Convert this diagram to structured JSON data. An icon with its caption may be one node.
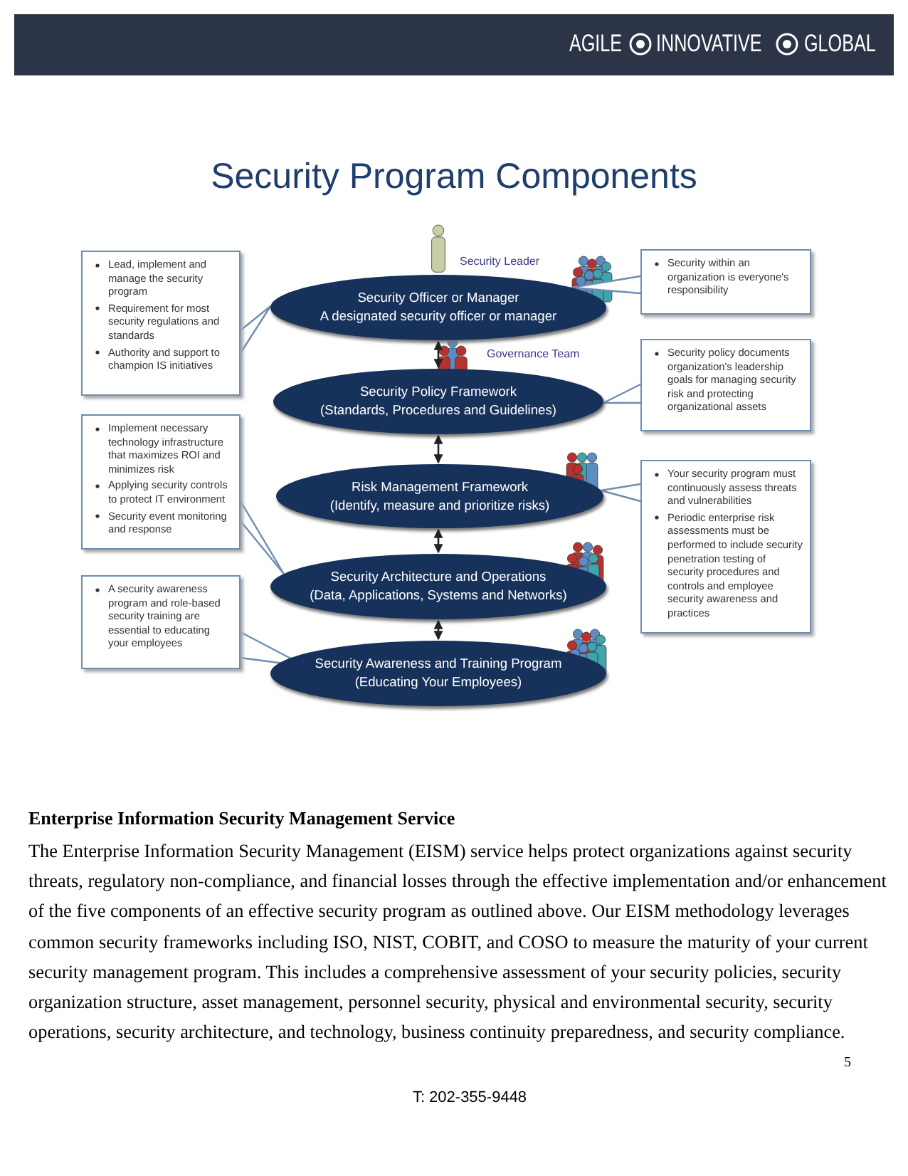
{
  "diagram": {
    "title": "Security Program Components",
    "nodes": [
      {
        "text": [
          "Security Officer or Manager",
          "A designated security officer or manager"
        ],
        "beside": [
          "Security Leader"
        ]
      },
      {
        "text": [
          "Security Policy Framework",
          "(Standards, Procedures and Guidelines)"
        ],
        "beside": [
          "Governance Team"
        ]
      },
      {
        "text": [
          "Risk Management Framework",
          "(Identify, measure and prioritize risks)"
        ]
      },
      {
        "text": [
          "Security Architecture and Operations",
          "(Data, Applications, Systems and Networks)"
        ]
      },
      {
        "text": [
          "Security Awareness and Training Program",
          "(Educating Your Employees)"
        ]
      },
      {
        "text": [
          "Lead, implement and manage the security program",
          "Requirement for most security regulations and standards",
          "Authority and support to champion IS initiatives"
        ]
      },
      {
        "text": [
          "Implement necessary technology infrastructure that maximizes ROI and minimizes risk",
          "Applying security controls to protect IT environment",
          "Security event monitoring and response"
        ]
      },
      {
        "text": [
          "A security awareness program and role-based security training are essential to educating your employees"
        ]
      },
      {
        "text": [
          "Security within an organization is everyone's responsibility"
        ]
      },
      {
        "text": [
          "Security policy documents organization's leadership goals for managing security risk and protecting organizational assets"
        ]
      },
      {
        "text": [
          "Your security program must continuously assess threats and vulnerabilities",
          "Periodic enterprise risk assessments must be performed to include security penetration testing of security procedures and controls and employee security awareness and practices"
        ]
      }
    ],
    "edges": [
      {
        "from": 0,
        "to": 1,
        "arrow": "both",
        "color": "#222222"
      },
      {
        "from": 1,
        "to": 2,
        "arrow": "both",
        "color": "#222222"
      },
      {
        "from": 2,
        "to": 3,
        "arrow": "both",
        "color": "#222222"
      },
      {
        "from": 3,
        "to": 4,
        "arrow": "both",
        "color": "#222222"
      },
      {
        "from": 5,
        "to": 0,
        "arrow": "none"
      },
      {
        "from": 6,
        "to": 3,
        "arrow": "none"
      },
      {
        "from": 7,
        "to": 4,
        "arrow": "none"
      },
      {
        "from": 8,
        "to": 0,
        "arrow": "none"
      },
      {
        "from": 9,
        "to": 1,
        "arrow": "none"
      },
      {
        "from": 10,
        "to": 2,
        "arrow": "none"
      }
    ],
    "labels": [
      "AGILE",
      "INNOVATIVE",
      "GLOBAL",
      "Enterprise Information Security Management Service",
      "The Enterprise Information Security Management (EISM) service helps protect organizations against security threats, regulatory non-compliance, and financial losses through the effective implementation and/or enhancement of the five components of an effective security program as outlined above.  Our EISM methodology leverages common security frameworks including ISO, NIST, COBIT, and COSO to measure the maturity of your current security management program. This includes a comprehensive assessment of your security policies, security organization structure, asset management, personnel security, physical and environmental security, security operations, security architecture, and technology, business continuity preparedness, and security compliance.",
      "5",
      "T: 202-355-9448"
    ]
  }
}
